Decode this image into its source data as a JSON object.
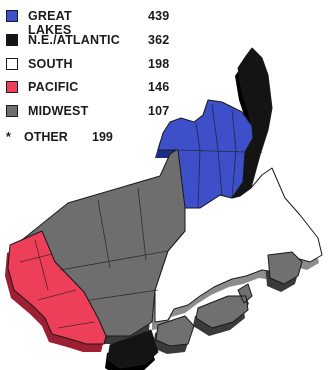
{
  "chart_data": {
    "type": "choropleth",
    "title": "",
    "categories": [
      {
        "name": "GREAT LAKES",
        "value": 439,
        "color": "#3d4fc9"
      },
      {
        "name": "N.E./ATLANTIC",
        "value": 362,
        "color": "#141414"
      },
      {
        "name": "SOUTH",
        "value": 198,
        "color": "#ffffff"
      },
      {
        "name": "PACIFIC",
        "value": 146,
        "color": "#ee3f5a"
      },
      {
        "name": "MIDWEST",
        "value": 107,
        "color": "#6e6e6e"
      }
    ],
    "other": {
      "marker": "*",
      "name": "OTHER",
      "value": 199
    },
    "legend_position": "top-left"
  }
}
